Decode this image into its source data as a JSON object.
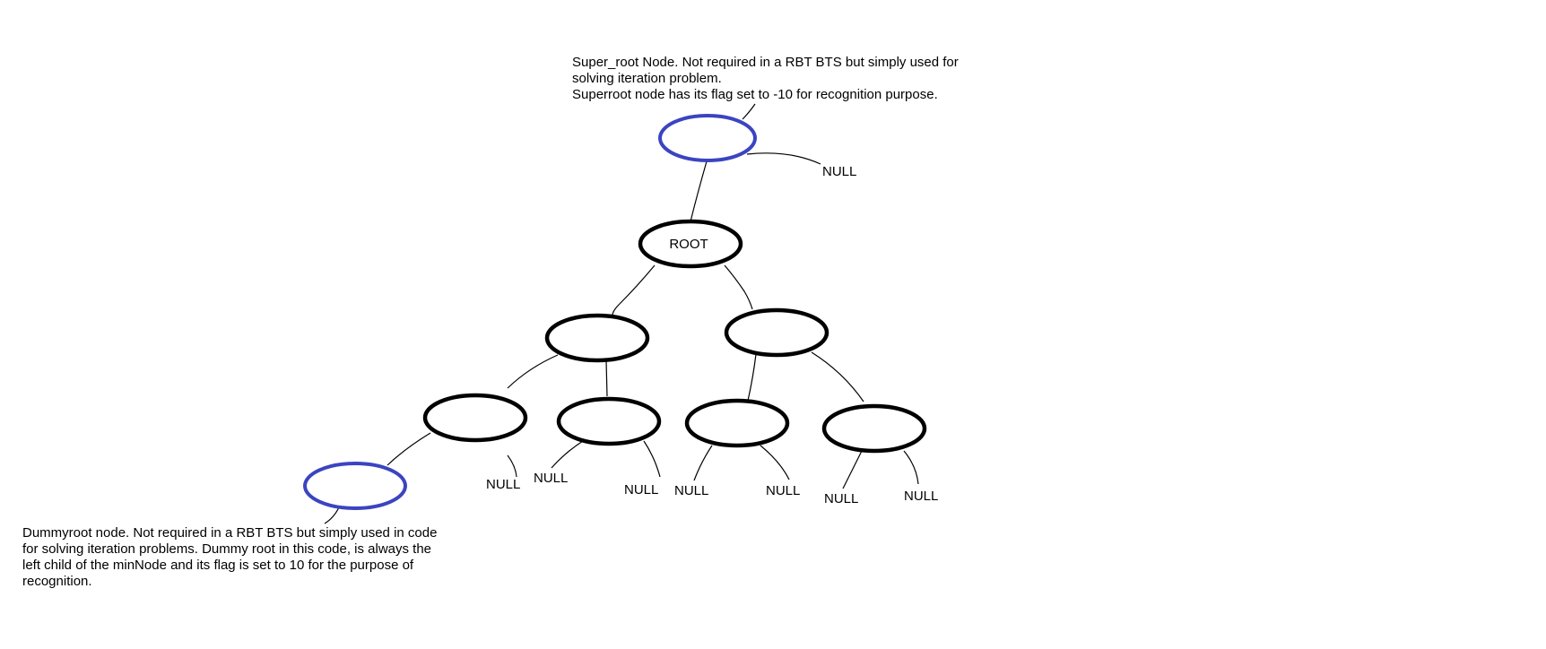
{
  "annotations": {
    "super_root": "Super_root Node. Not required in a RBT BTS but simply used for\nsolving iteration problem.\nSuperroot node has its flag set to -10 for recognition purpose.",
    "dummy_root": "Dummyroot node. Not required in a RBT BTS but simply used in code\nfor solving iteration problems. Dummy root in this code, is always the\nleft child of the minNode and its flag is set to 10 for the purpose of\nrecognition."
  },
  "nodes": {
    "root_label": "ROOT"
  },
  "null_label": "NULL",
  "colors": {
    "special_node": "#3b44c0",
    "regular_node": "#000000",
    "edge": "#000000"
  }
}
